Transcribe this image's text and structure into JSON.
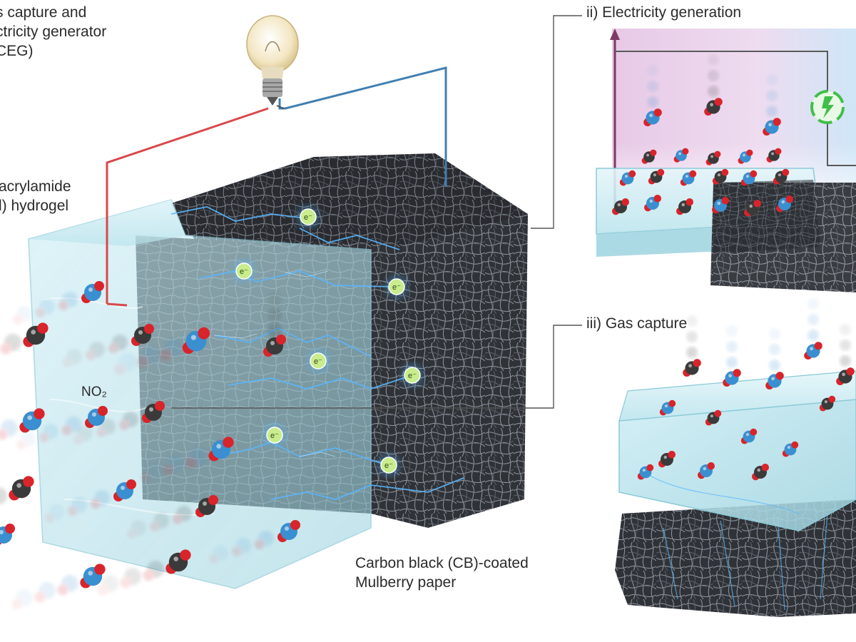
{
  "labels": {
    "title_lines": [
      "s capture and",
      "ctricity generator",
      "CEG)"
    ],
    "hydrogel_lines": [
      "acrylamide",
      "l) hydrogel"
    ],
    "no2": "NO₂",
    "cb_lines": [
      "Carbon black (CB)-coated",
      "Mulberry paper"
    ],
    "electricity_generation": "ii) Electricity generation",
    "gas_capture": "iii) Gas capture",
    "electron": "e⁻"
  },
  "colors": {
    "hydrogel": "#a9dbe6",
    "hydrogel_edge": "#7fc3d3",
    "carbon_fiber": "#3b3e44",
    "carbon_dark": "#22252a",
    "wire_positive": "#d9484b",
    "wire_negative": "#3f7fb3",
    "oxygen_atom": "#d8242b",
    "nitrogen_atom": "#3a8fd0",
    "carbon_atom": "#3a3a3a",
    "electron_badge": "#c9ec8d",
    "spark": "#58b6ff",
    "energy_icon": "#3fbf4a",
    "arrow": "#7c3a63"
  },
  "icons": {
    "bulb": "light-bulb-icon",
    "energy": "lightning-energy-icon",
    "arrow": "arrow-up-icon"
  }
}
